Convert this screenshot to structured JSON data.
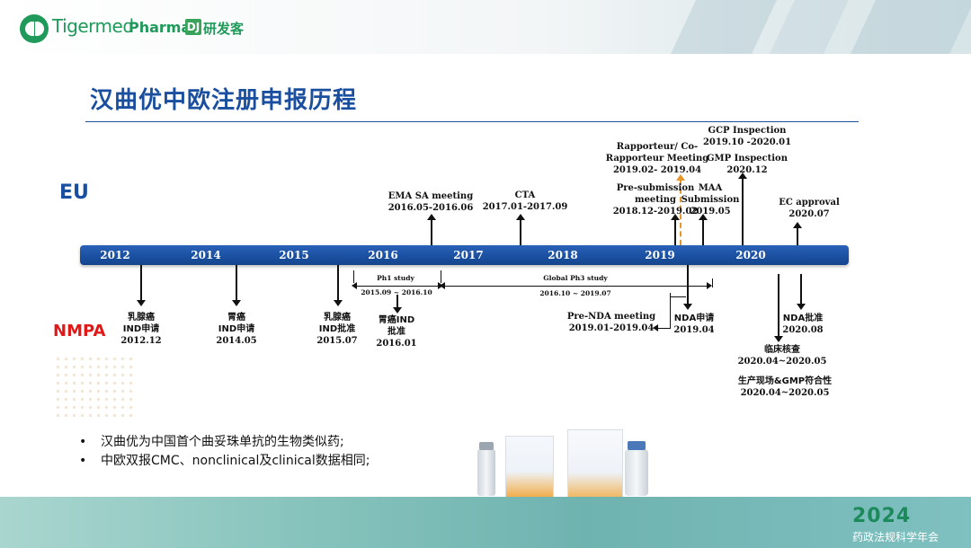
{
  "header": {
    "logo_tigermed": "Tigermed",
    "logo_pharma": "Pharma",
    "logo_mark": "DJ",
    "logo_yanfake": "研发客"
  },
  "title": "汉曲优中欧注册申报历程",
  "regions": {
    "eu": "EU",
    "nmpa": "NMPA"
  },
  "timeline": {
    "years": [
      "2012",
      "2014",
      "2015",
      "2016",
      "2017",
      "2018",
      "2019",
      "2020"
    ],
    "eu_events": [
      {
        "lines": [
          "EMA SA meeting",
          "2016.05-2016.06"
        ]
      },
      {
        "lines": [
          "CTA",
          "2017.01-2017.09"
        ]
      },
      {
        "lines": [
          "Rapporteur/ Co-",
          "Rapporteur Meeting",
          "2019.02- 2019.04"
        ]
      },
      {
        "lines": [
          "Pre-submission",
          "meeting",
          "2018.12-2019.02"
        ]
      },
      {
        "lines": [
          "MAA",
          "Submission",
          "2019.05"
        ]
      },
      {
        "lines": [
          "GCP Inspection",
          "2019.10 -2020.01",
          "GMP Inspection",
          "2020.12"
        ]
      },
      {
        "lines": [
          "EC approval",
          "2020.07"
        ]
      }
    ],
    "nmpa_events": [
      {
        "lines": [
          "乳腺癌",
          "IND申请",
          "2012.12"
        ]
      },
      {
        "lines": [
          "胃癌",
          "IND申请",
          "2014.05"
        ]
      },
      {
        "lines": [
          "乳腺癌",
          "IND批准",
          "2015.07"
        ]
      },
      {
        "lines": [
          "胃癌IND",
          "批准",
          "2016.01"
        ]
      },
      {
        "lines": [
          "Pre-NDA meeting",
          "2019.01-2019.04"
        ]
      },
      {
        "lines": [
          "NDA申请",
          "2019.04"
        ]
      },
      {
        "lines": [
          "NDA批准",
          "2020.08"
        ]
      },
      {
        "lines": [
          "临床核查",
          "2020.04~2020.05"
        ]
      },
      {
        "lines": [
          "生产现场&GMP符合性",
          "2020.04~2020.05"
        ]
      }
    ],
    "studies": {
      "ph1_label": "Ph1 study",
      "ph1_range": "2015.09 ~ 2016.10",
      "ph3_label": "Global Ph3 study",
      "ph3_range": "2016.10 ~ 2019.07"
    }
  },
  "bullets": [
    "汉曲优为中国首个曲妥珠单抗的生物类似药;",
    "中欧双报CMC、nonclinical及clinical数据相同;"
  ],
  "footer": {
    "year": "2024",
    "event": "药政法规科学年会"
  }
}
